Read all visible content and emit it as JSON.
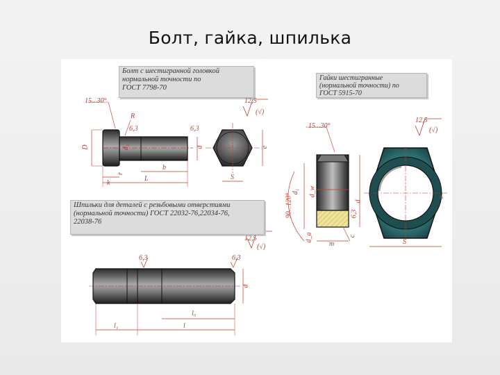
{
  "title": "Болт, гайка, шпилька",
  "bolt": {
    "caption": "Болт с шестигранной головкой\nнормальной точности по\nГОСТ 7798-70",
    "chamfer_angle": "15...30°",
    "radius_label": "R",
    "hole_label": "d₂",
    "roughness_a": "6,3",
    "roughness_b": "6,3",
    "roughness_main": "12,5",
    "roughness_check": "(√)",
    "dim_D": "D",
    "dim_d": "d",
    "dim_e": "e",
    "dim_S": "S",
    "dim_b": "b",
    "dim_L": "L",
    "dim_k": "k",
    "dim_r": "r"
  },
  "nut": {
    "caption": "Гайки шестигранные\n(нормальной точности) по\nГОСТ 5915-70",
    "chamfer_angle": "15...30°",
    "cone_angle": "90...120°",
    "roughness_main": "12,5",
    "roughness_check": "(√)",
    "roughness_side": "6,3",
    "dim_d": "d",
    "dim_dw": "d_w",
    "dim_d1": "d₁",
    "dim_da": "d_a",
    "dim_m": "m",
    "dim_S": "S",
    "dim_e": "e",
    "dim_c": "c"
  },
  "stud": {
    "caption": "Шпильки для деталей с резьбовыми отверстиями\n(нормальной точности) ГОСТ 22032-76,22034-76,\n22038-76",
    "roughness_a": "6,3",
    "roughness_b": "6,3",
    "roughness_main": "12,5",
    "roughness_check": "(√)",
    "dim_d": "d",
    "dim_l1": "l₁",
    "dim_l0": "l₀",
    "dim_l": "l"
  },
  "colors": {
    "metal_dark": "#3b3b3b",
    "metal_light": "#b9b9b9",
    "dimension": "#c0392b",
    "nut_teal": "#2f6f72",
    "thread_hatch": "#e8dc8a"
  }
}
